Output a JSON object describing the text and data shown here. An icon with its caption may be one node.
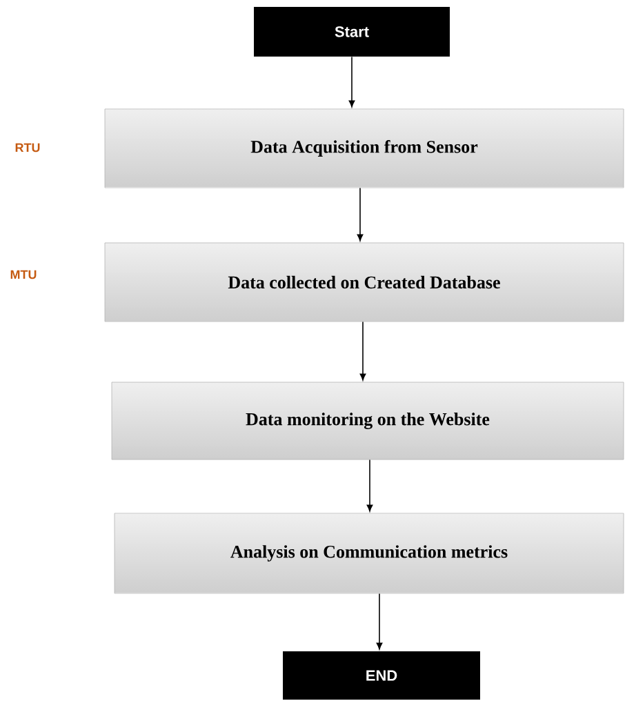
{
  "diagram": {
    "nodes": [
      {
        "text": [
          "Start"
        ]
      },
      {
        "text": [
          "Data Acquisition from Sensor"
        ]
      },
      {
        "text": [
          "Data collected on Created Database"
        ]
      },
      {
        "text": [
          "Data monitoring on the Website"
        ]
      },
      {
        "text": [
          "Analysis on Communication metrics"
        ]
      },
      {
        "text": [
          "END"
        ]
      }
    ],
    "edges": [
      {
        "from": 0,
        "to": 1,
        "arrow": "to"
      },
      {
        "from": 1,
        "to": 2,
        "arrow": "to"
      },
      {
        "from": 2,
        "to": 3,
        "arrow": "to"
      },
      {
        "from": 3,
        "to": 4,
        "arrow": "to"
      },
      {
        "from": 4,
        "to": 5,
        "arrow": "to"
      }
    ],
    "labels": [
      "RTU",
      "MTU"
    ]
  }
}
